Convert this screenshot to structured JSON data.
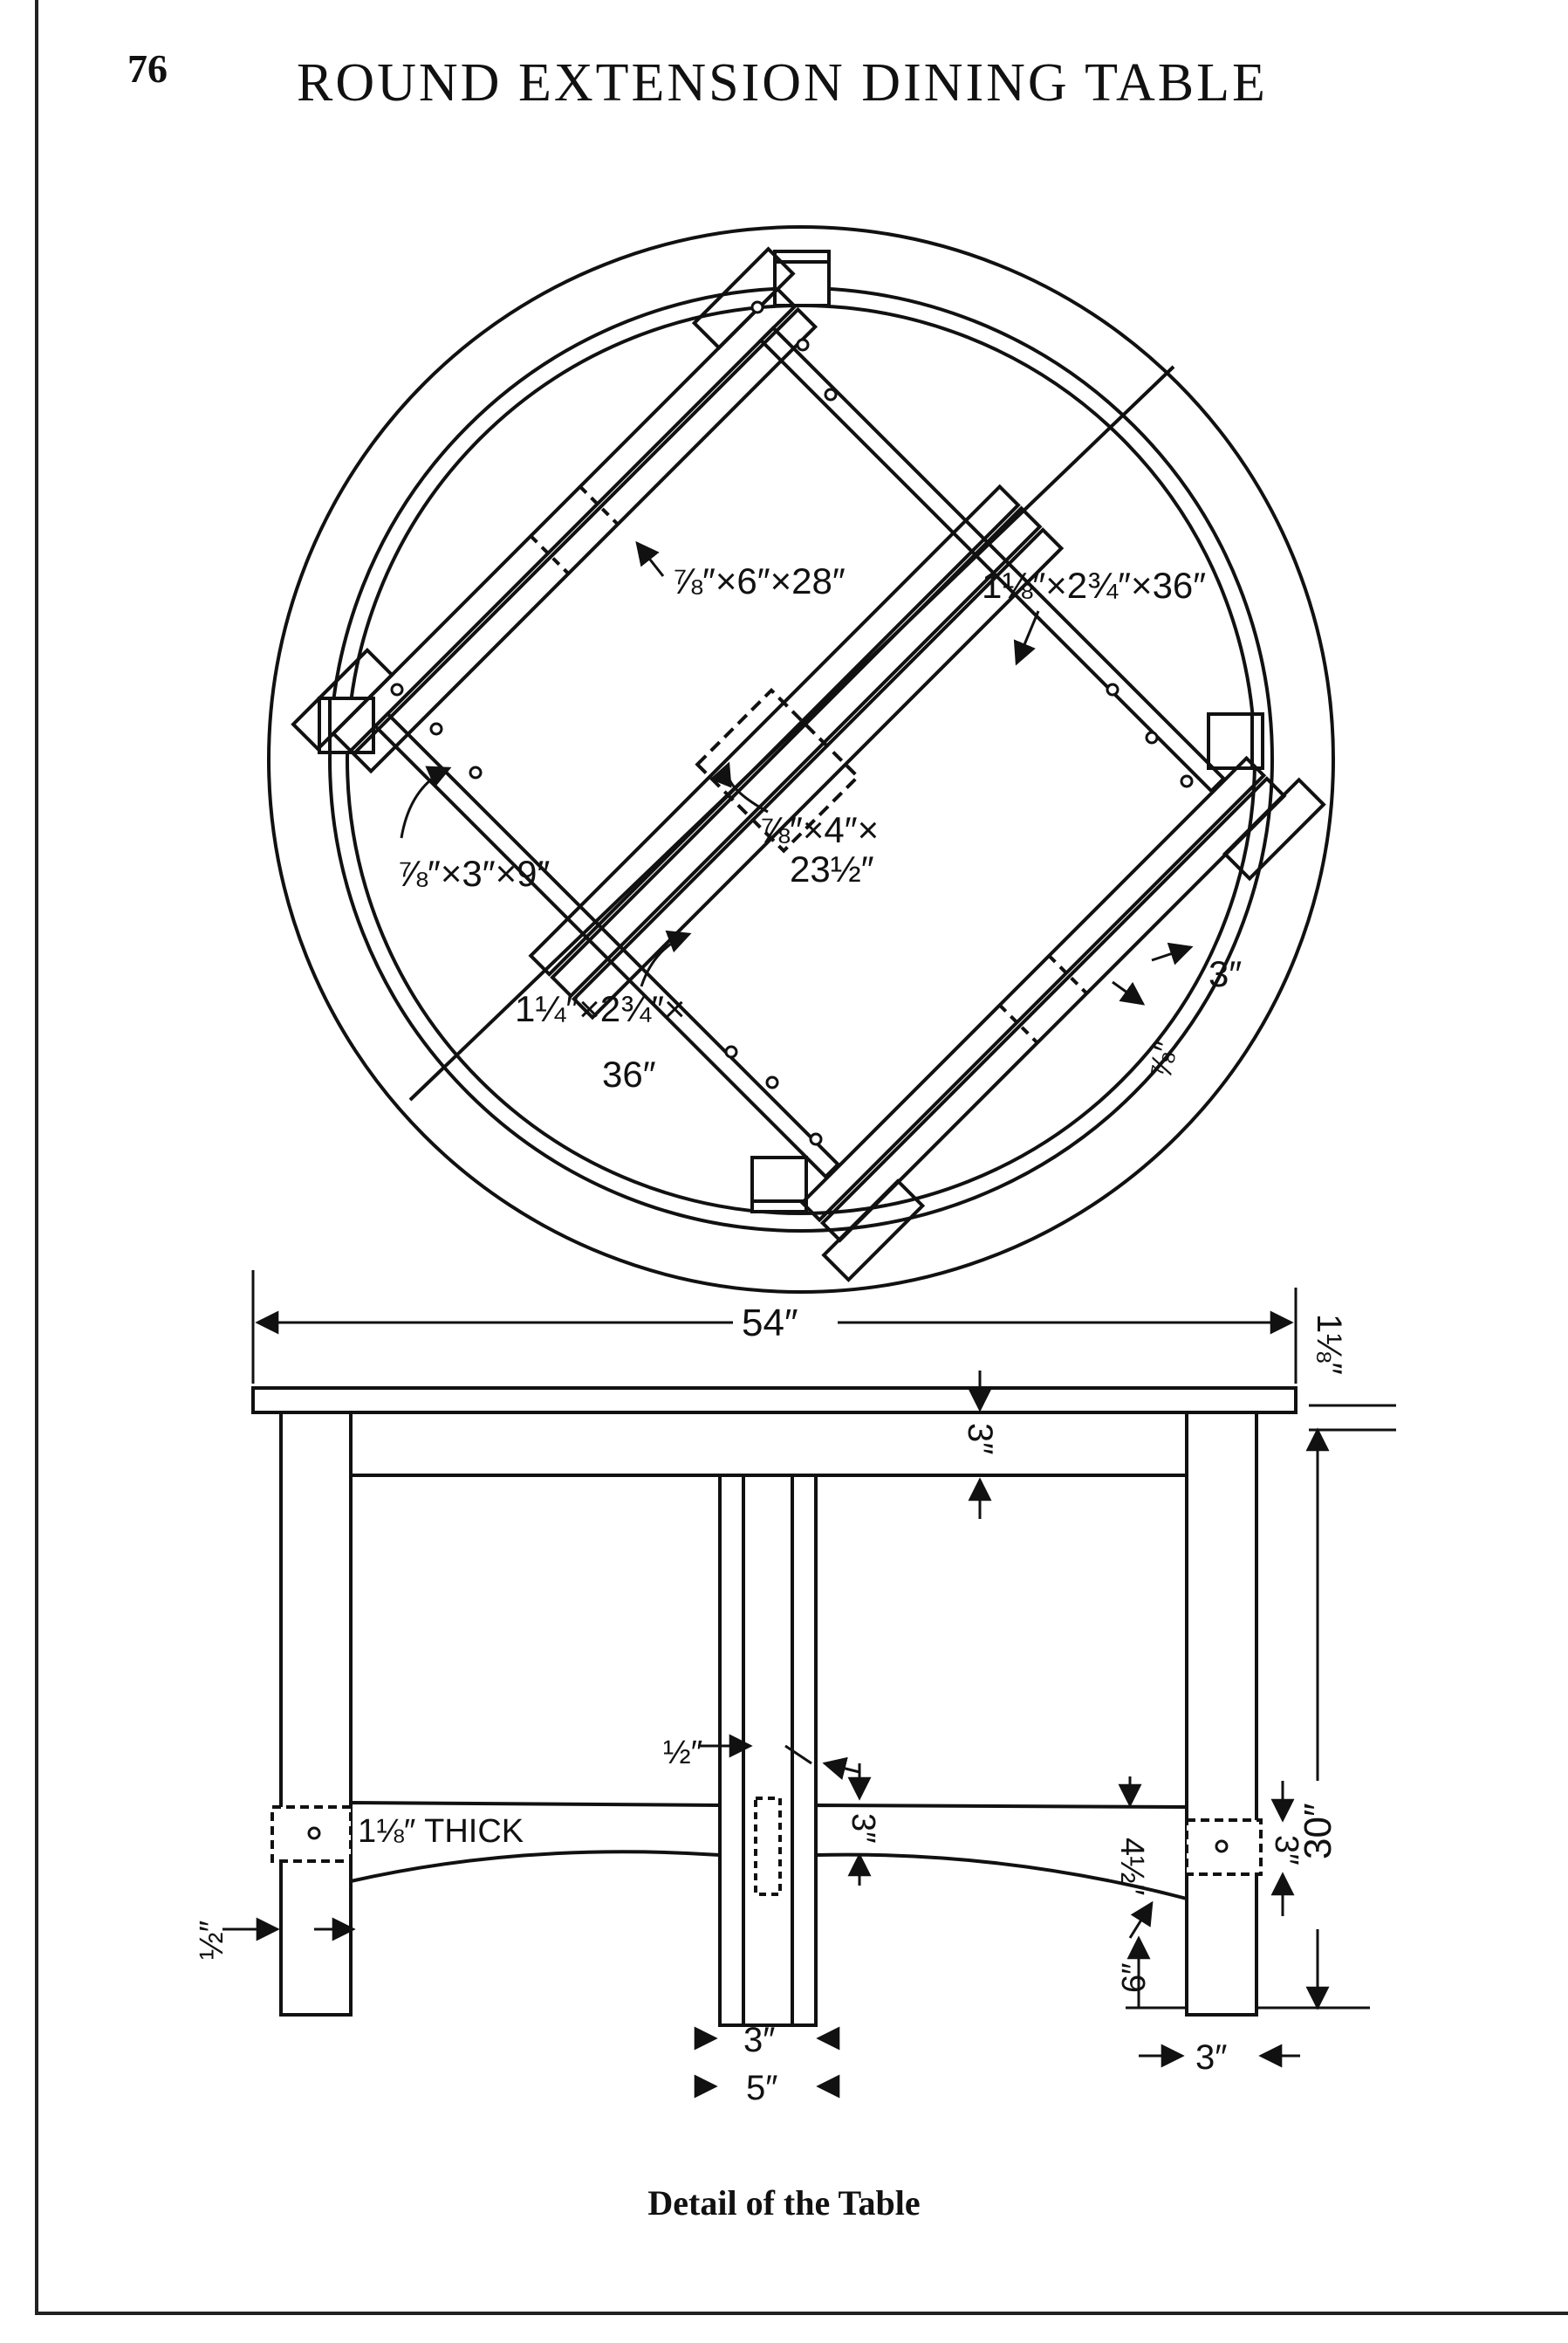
{
  "page": {
    "number": "76",
    "title": "ROUND EXTENSION DINING TABLE",
    "caption": "Detail of the Table"
  },
  "plan_view": {
    "labels": {
      "top_rail": "⅞″×6″×28″",
      "slide_right": "1⅛″×2¾″×36″",
      "cleat": "⅞″×3″×9″",
      "center_block_a": "⅞″×4″×",
      "center_block_b": "23½″",
      "slide_left_a": "1¼″×2¾″×",
      "slide_left_b": "36″",
      "apron_width": "3″",
      "apron_thickness": "⅞″"
    }
  },
  "elevation_view": {
    "labels": {
      "overall_width": "54″",
      "top_thickness": "1⅛″",
      "apron_height": "3″",
      "table_height": "30″",
      "stretcher_thickness": "1⅛″ THICK",
      "tenon_width": "½″",
      "stretcher_height": "3″",
      "stretcher_end_height": "4½″",
      "leg_end_height": "3″",
      "floor_clearance": "6″",
      "leg_offset": "½″",
      "pedestal_inner": "3″",
      "pedestal_outer": "5″",
      "leg_width": "3″"
    }
  }
}
